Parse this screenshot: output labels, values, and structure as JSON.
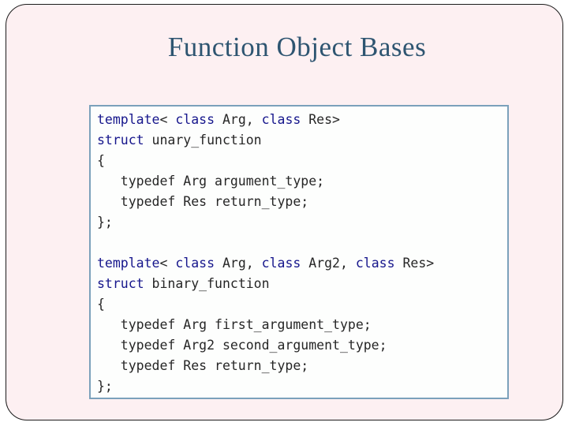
{
  "slide": {
    "title": "Function Object Bases",
    "colors": {
      "slide_background": "#fdf0f2",
      "outer_background": "#ffffff",
      "title_text": "#2e5571",
      "code_box_border": "#7ba1bb",
      "code_box_background": "#fdfefd",
      "code_plain_text": "#262626",
      "code_keyword": "#16168c"
    }
  },
  "code_block": {
    "language": "cpp",
    "lines": [
      {
        "tokens": [
          {
            "text": "template",
            "kw": true
          },
          {
            "text": "< "
          },
          {
            "text": "class",
            "kw": true
          },
          {
            "text": " Arg, "
          },
          {
            "text": "class",
            "kw": true
          },
          {
            "text": " Res>"
          }
        ]
      },
      {
        "tokens": [
          {
            "text": "struct",
            "kw": true
          },
          {
            "text": " unary_function"
          }
        ]
      },
      {
        "tokens": [
          {
            "text": "{"
          }
        ]
      },
      {
        "tokens": [
          {
            "text": "   typedef Arg argument_type;"
          }
        ]
      },
      {
        "tokens": [
          {
            "text": "   typedef Res return_type;"
          }
        ]
      },
      {
        "tokens": [
          {
            "text": "};"
          }
        ]
      },
      {
        "tokens": []
      },
      {
        "tokens": [
          {
            "text": "template",
            "kw": true
          },
          {
            "text": "< "
          },
          {
            "text": "class",
            "kw": true
          },
          {
            "text": " Arg, "
          },
          {
            "text": "class",
            "kw": true
          },
          {
            "text": " Arg2, "
          },
          {
            "text": "class",
            "kw": true
          },
          {
            "text": " Res>"
          }
        ]
      },
      {
        "tokens": [
          {
            "text": "struct",
            "kw": true
          },
          {
            "text": " binary_function"
          }
        ]
      },
      {
        "tokens": [
          {
            "text": "{"
          }
        ]
      },
      {
        "tokens": [
          {
            "text": "   typedef Arg first_argument_type;"
          }
        ]
      },
      {
        "tokens": [
          {
            "text": "   typedef Arg2 second_argument_type;"
          }
        ]
      },
      {
        "tokens": [
          {
            "text": "   typedef Res return_type;"
          }
        ]
      },
      {
        "tokens": [
          {
            "text": "};"
          }
        ]
      }
    ]
  }
}
